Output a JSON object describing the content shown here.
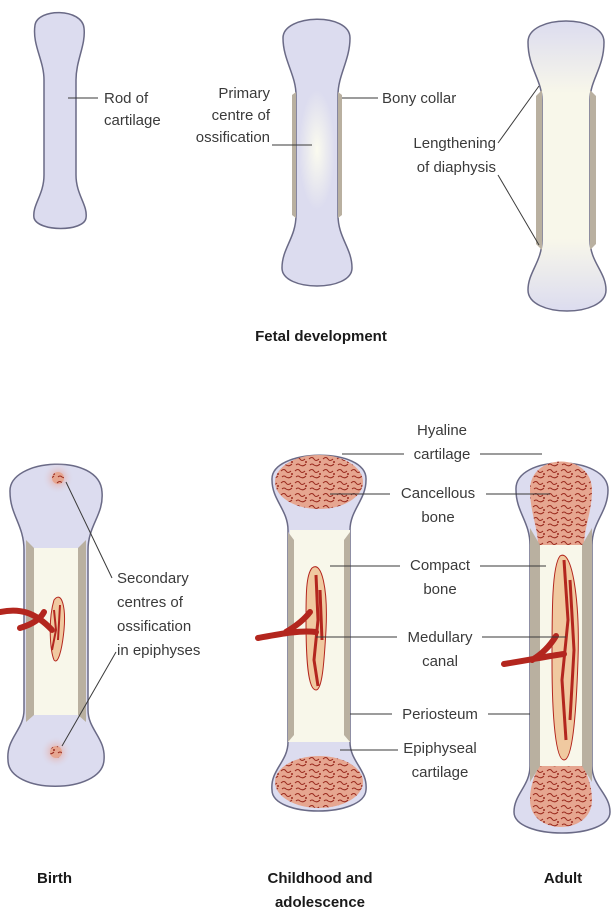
{
  "labels": {
    "rod_of_cartilage": [
      "Rod of",
      "cartilage"
    ],
    "primary_centre": [
      "Primary",
      "centre of",
      "ossification"
    ],
    "bony_collar": "Bony collar",
    "lengthening": [
      "Lengthening",
      "of diaphysis"
    ],
    "secondary_centres": [
      "Secondary",
      "centres of",
      "ossification",
      "in epiphyses"
    ],
    "hyaline_cartilage": [
      "Hyaline",
      "cartilage"
    ],
    "cancellous_bone": [
      "Cancellous",
      "bone"
    ],
    "compact_bone": [
      "Compact",
      "bone"
    ],
    "medullary_canal": [
      "Medullary",
      "canal"
    ],
    "periosteum": "Periosteum",
    "epiphyseal_cartilage": [
      "Epiphyseal",
      "cartilage"
    ]
  },
  "headings": {
    "fetal": "Fetal development",
    "birth": "Birth",
    "childhood": [
      "Childhood and",
      "adolescence"
    ],
    "adult": "Adult"
  },
  "colors": {
    "cartilage": "#dcdcef",
    "cartilage_outline": "#6a6a86",
    "bone_shaft": "#f7f5ea",
    "bony_collar": "#b9b0a0",
    "cancellous": "#e3a08c",
    "blood_vessel": "#b3261e",
    "line": "#3a3a3a"
  }
}
